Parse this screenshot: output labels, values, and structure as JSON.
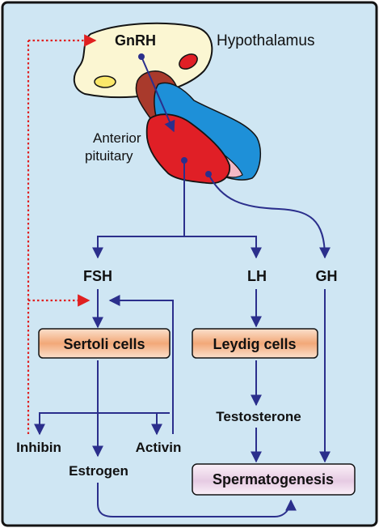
{
  "colors": {
    "background": "#cfe6f3",
    "frame": "#141414",
    "arrow": "#2b2f8c",
    "feedback": "#e02020",
    "hypothalamus": "#fbf6d2",
    "pituitary_anterior": "#e01f26",
    "pituitary_posterior": "#1e90d8",
    "stalk": "#a93a2c",
    "box_orange": "#f2a878",
    "box_pink": "#efd6ec"
  },
  "labels": {
    "gnrh": "GnRH",
    "hypothalamus": "Hypothalamus",
    "anterior_pituitary_line1": "Anterior",
    "anterior_pituitary_line2": "pituitary",
    "fsh": "FSH",
    "lh": "LH",
    "gh": "GH",
    "sertoli_cells": "Sertoli cells",
    "leydig_cells": "Leydig cells",
    "testosterone": "Testosterone",
    "inhibin": "Inhibin",
    "activin": "Activin",
    "estrogen": "Estrogen",
    "spermatogenesis": "Spermatogenesis"
  }
}
